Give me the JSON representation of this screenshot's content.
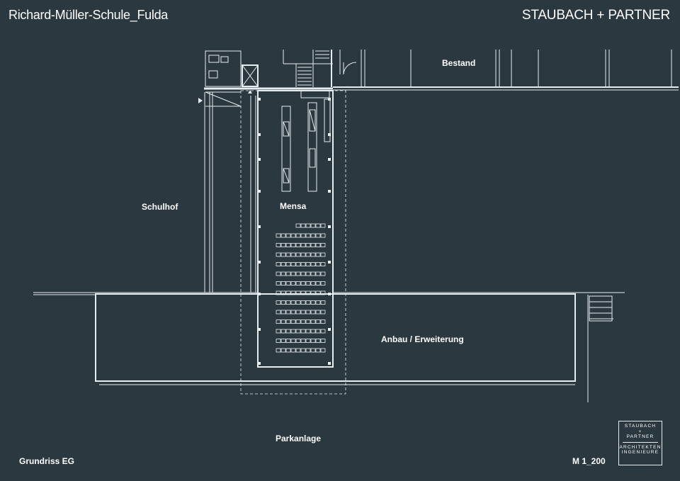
{
  "header": {
    "project_title": "Richard-Müller-Schule_Fulda",
    "firm": "STAUBACH + PARTNER"
  },
  "labels": {
    "bestand": "Bestand",
    "schulhof": "Schulhof",
    "mensa": "Mensa",
    "anbau": "Anbau / Erweiterung",
    "parkanlage": "Parkanlage"
  },
  "footer": {
    "plan_name": "Grundriss EG",
    "scale": "M 1_200"
  },
  "logo": {
    "line1": "STAUBACH",
    "line2": "+",
    "line3": "PARTNER",
    "line4": "ARCHITEKTEN",
    "line5": "INGENIEURE"
  },
  "colors": {
    "background": "#2b3840",
    "line": "#e6edf0"
  }
}
